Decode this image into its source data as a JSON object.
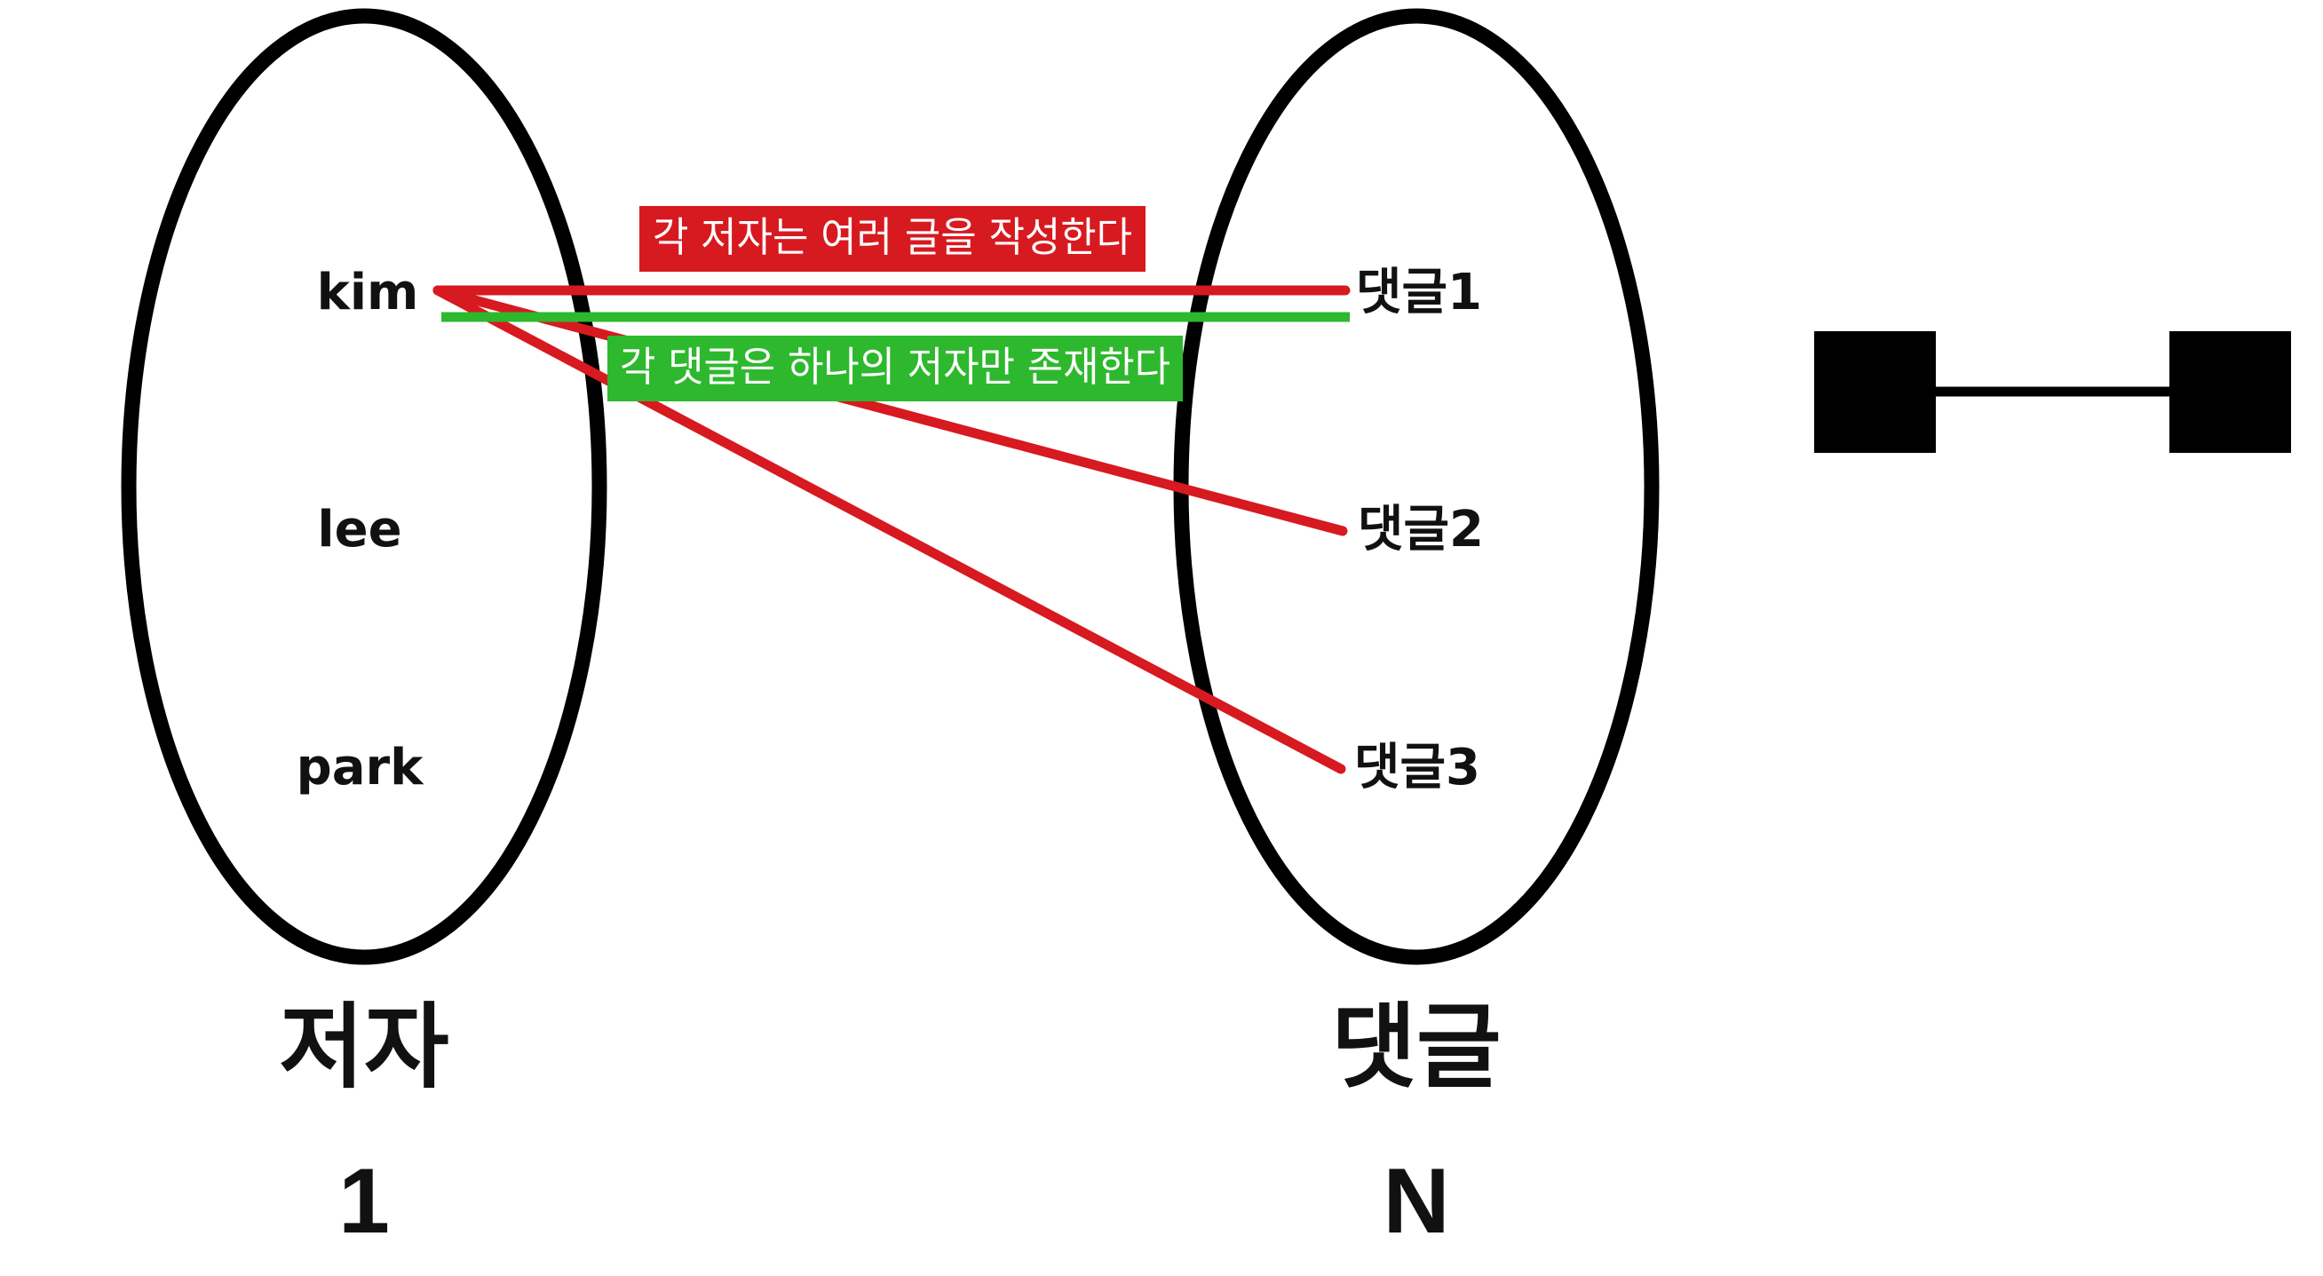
{
  "colors": {
    "one_to_many": "#d71920",
    "many_to_one": "#2eb82e",
    "outline": "#000000",
    "text": "#111111",
    "callout_text": "#ffffff"
  },
  "left_set": {
    "title": "저자",
    "cardinality": "1",
    "members": [
      "kim",
      "lee",
      "park"
    ]
  },
  "right_set": {
    "title": "댓글",
    "cardinality": "N",
    "members": [
      "댓글1",
      "댓글2",
      "댓글3"
    ]
  },
  "links": [
    {
      "from": "kim",
      "to": "댓글1",
      "color": "#d71920"
    },
    {
      "from": "kim",
      "to": "댓글2",
      "color": "#d71920"
    },
    {
      "from": "kim",
      "to": "댓글3",
      "color": "#d71920"
    },
    {
      "from": "kim",
      "to": "댓글1",
      "color": "#2eb82e"
    }
  ],
  "callouts": {
    "red": "각 저자는 여러 글을 작성한다",
    "green": "각 댓글은 하나의 저자만 존재한다"
  },
  "notation": {
    "icon": "one-to-one-connector-icon"
  }
}
